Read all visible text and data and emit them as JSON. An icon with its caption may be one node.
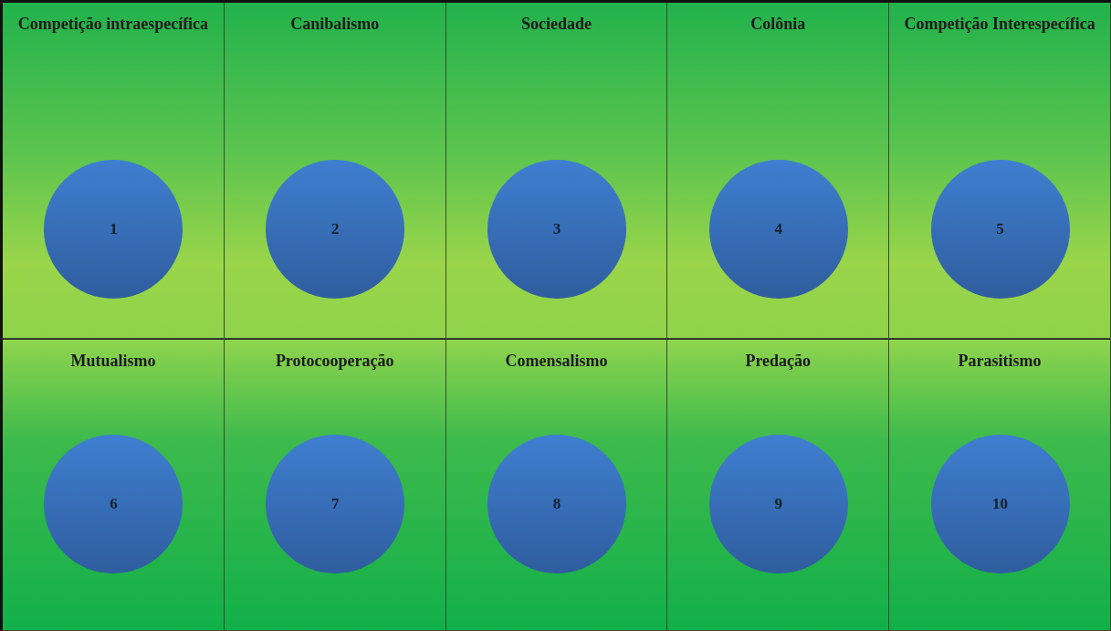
{
  "diagram": {
    "nodes": [
      {
        "text": [
          "Competição intraespecífica"
        ]
      },
      {
        "text": [
          "1"
        ],
        "in": 0
      },
      {
        "text": [
          "Canibalismo"
        ]
      },
      {
        "text": [
          "2"
        ],
        "in": 2
      },
      {
        "text": [
          "Sociedade"
        ]
      },
      {
        "text": [
          "3"
        ],
        "in": 4
      },
      {
        "text": [
          "Colônia"
        ]
      },
      {
        "text": [
          "4"
        ],
        "in": 6
      },
      {
        "text": [
          "Competição Interespecífica"
        ]
      },
      {
        "text": [
          "5"
        ],
        "in": 8
      },
      {
        "text": [
          "Mutualismo"
        ]
      },
      {
        "text": [
          "6"
        ],
        "in": 10
      },
      {
        "text": [
          "Protocooperação"
        ]
      },
      {
        "text": [
          "7"
        ],
        "in": 12
      },
      {
        "text": [
          "Comensalismo"
        ]
      },
      {
        "text": [
          "8"
        ],
        "in": 14
      },
      {
        "text": [
          "Predação"
        ]
      },
      {
        "text": [
          "9"
        ],
        "in": 16
      },
      {
        "text": [
          "Parasitismo"
        ]
      },
      {
        "text": [
          "10"
        ],
        "in": 18
      }
    ],
    "edges": []
  }
}
